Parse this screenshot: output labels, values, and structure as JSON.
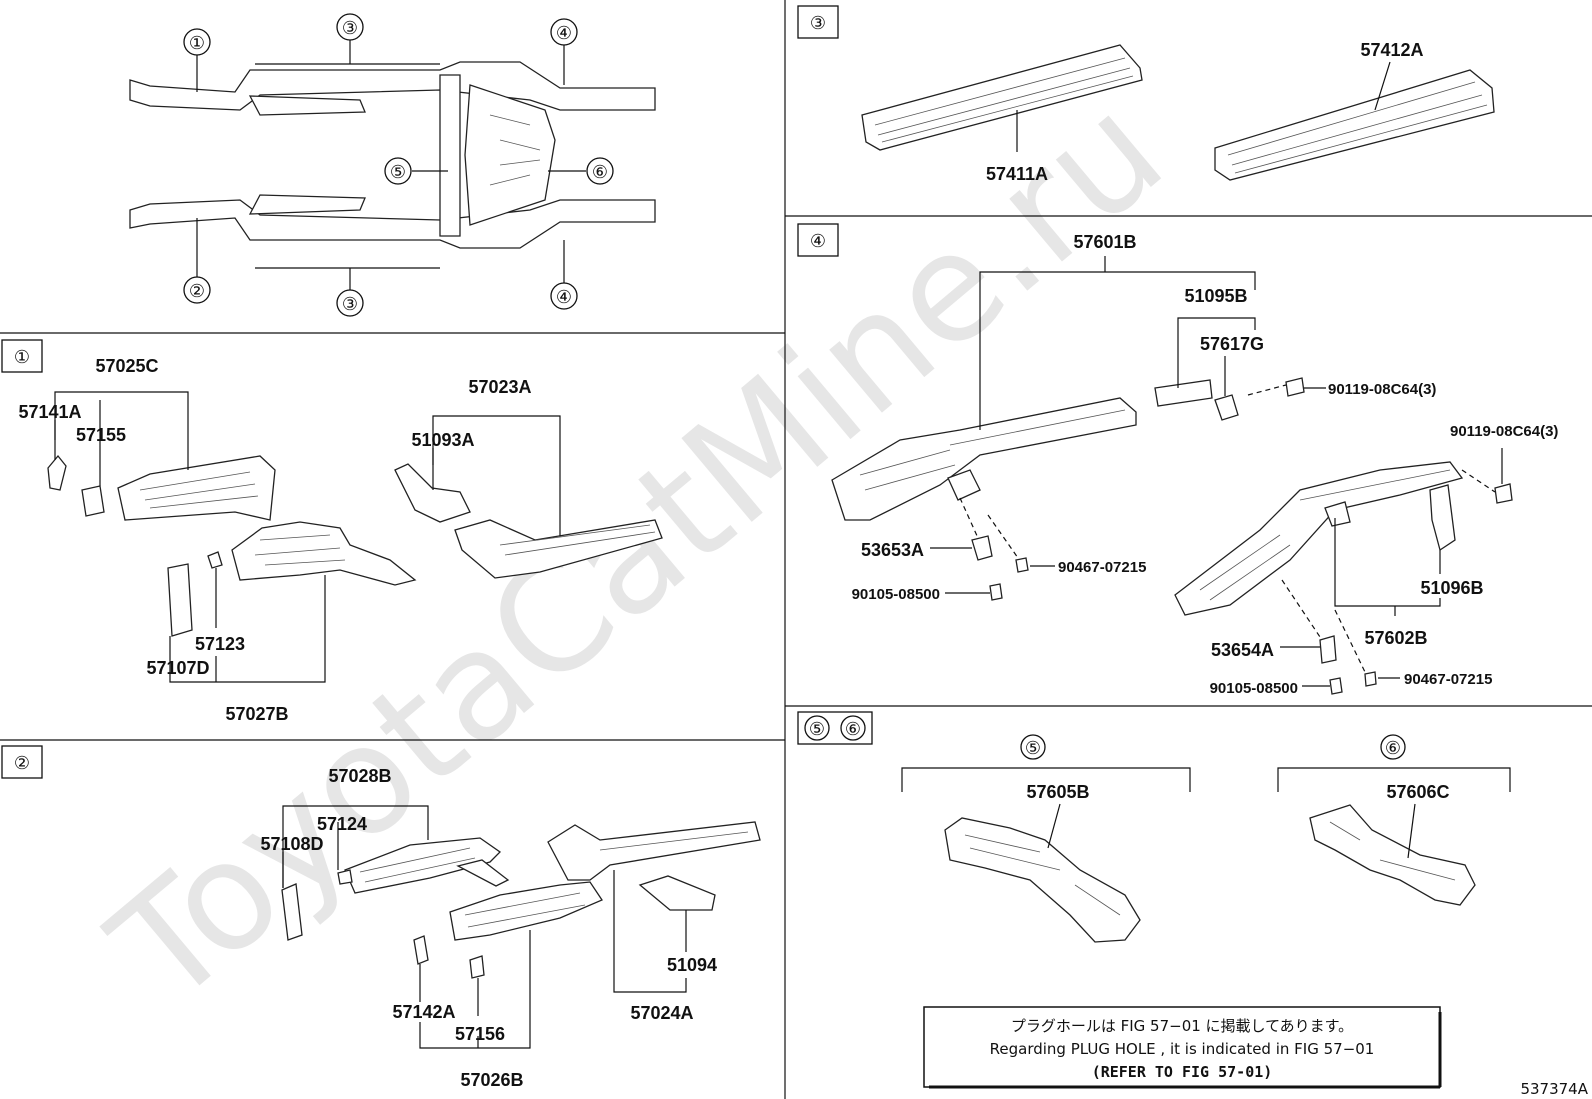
{
  "watermark": "ToyotaCatMine.ru",
  "figure_id": "537374A",
  "callouts": {
    "c1": "①",
    "c2": "②",
    "c3": "③",
    "c4": "④",
    "c5": "⑤",
    "c6": "⑥"
  },
  "section1": {
    "p57025C": "57025C",
    "p57141A": "57141A",
    "p57155": "57155",
    "p57023A": "57023A",
    "p51093A": "51093A",
    "p57123": "57123",
    "p57107D": "57107D",
    "p57027B": "57027B"
  },
  "section2": {
    "p57028B": "57028B",
    "p57124": "57124",
    "p57108D": "57108D",
    "p51094": "51094",
    "p57024A": "57024A",
    "p57142A": "57142A",
    "p57156": "57156",
    "p57026B": "57026B"
  },
  "section3": {
    "p57411A": "57411A",
    "p57412A": "57412A"
  },
  "section4": {
    "p57601B": "57601B",
    "p51095B": "51095B",
    "p57617G": "57617G",
    "p90119a": "90119-08C64(3)",
    "p90119b": "90119-08C64(3)",
    "p53653A": "53653A",
    "p90467a": "90467-07215",
    "p90105a": "90105-08500",
    "p51096B": "51096B",
    "p57602B": "57602B",
    "p53654A": "53654A",
    "p90105b": "90105-08500",
    "p90467b": "90467-07215"
  },
  "section56": {
    "p57605B": "57605B",
    "p57606C": "57606C"
  },
  "note": {
    "line1": "プラグホールは FIG 57−01 に掲載してあります。",
    "line2": "Regarding PLUG HOLE , it is indicated in FIG 57−01",
    "line3": "(REFER TO FIG 57-01)"
  }
}
